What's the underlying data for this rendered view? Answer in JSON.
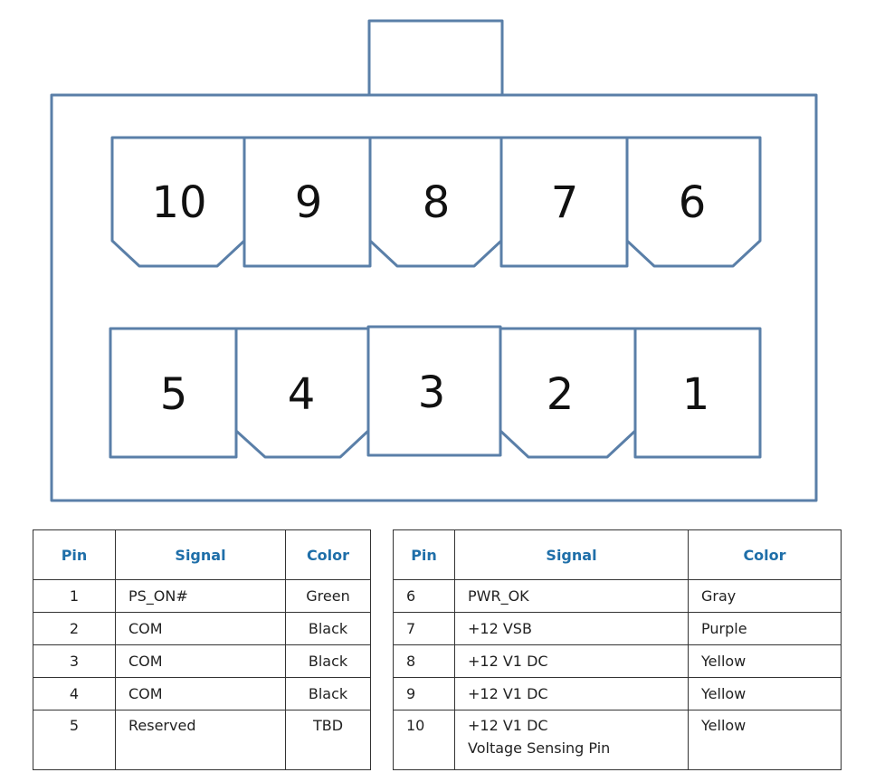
{
  "connector": {
    "top_row_pins": [
      "10",
      "9",
      "8",
      "7",
      "6"
    ],
    "bottom_row_pins": [
      "5",
      "4",
      "3",
      "2",
      "1"
    ],
    "line_color": "#5a7fa8"
  },
  "table": {
    "headers": {
      "pin": "Pin",
      "signal": "Signal",
      "color": "Color"
    },
    "header_color": "#1f6fa9",
    "left_rows": [
      {
        "pin": "1",
        "signal": "PS_ON#",
        "color": "Green"
      },
      {
        "pin": "2",
        "signal": "COM",
        "color": "Black"
      },
      {
        "pin": "3",
        "signal": "COM",
        "color": "Black"
      },
      {
        "pin": "4",
        "signal": "COM",
        "color": "Black"
      },
      {
        "pin": "5",
        "signal": "Reserved",
        "color": "TBD"
      }
    ],
    "right_rows": [
      {
        "pin": "6",
        "signal": "PWR_OK",
        "color": "Gray"
      },
      {
        "pin": "7",
        "signal": "+12 VSB",
        "color": "Purple"
      },
      {
        "pin": "8",
        "signal": "+12 V1 DC",
        "color": "Yellow"
      },
      {
        "pin": "9",
        "signal": "+12 V1 DC",
        "color": "Yellow"
      },
      {
        "pin": "10",
        "signal": "+12 V1 DC",
        "signal_note": "Voltage Sensing Pin",
        "color": "Yellow"
      }
    ]
  }
}
